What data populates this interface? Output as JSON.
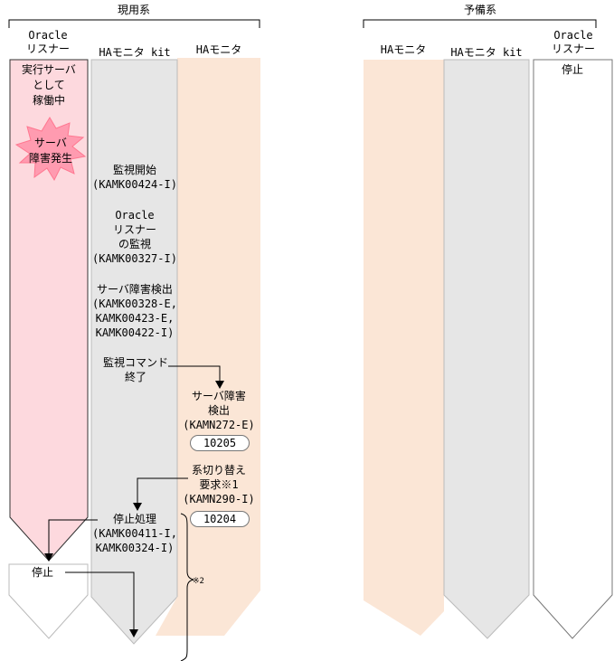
{
  "header": {
    "active_system": "現用系",
    "standby_system": "予備系"
  },
  "active": {
    "col_oracle_listener": "Oracle\nリスナー",
    "col_ha_monitor_kit": "HAモニタ kit",
    "col_ha_monitor": "HAモニタ",
    "running_state": "実行サーバ\nとして\n稼働中",
    "server_failure": "サーバ\n障害発生",
    "stopped_state": "停止"
  },
  "kit_steps": {
    "monitor_start": "監視開始\n(KAMK00424-I)",
    "listener_monitor": "Oracle\nリスナー\nの監視\n(KAMK00327-I)",
    "server_fault_detect": "サーバ障害検出\n(KAMK00328-E,\nKAMK00423-E,\nKAMK00422-I)",
    "monitor_cmd_end": "監視コマンド\n終了",
    "stop_process": "停止処理\n(KAMK00411-I,\nKAMK00324-I)"
  },
  "ha_steps": {
    "server_fault_detect": "サーバ障害\n検出\n(KAMN272-E)",
    "code_1": "10205",
    "switch_request": "系切り替え\n要求※1\n(KAMN290-I)",
    "code_2": "10204"
  },
  "note_2": "※2",
  "standby": {
    "col_ha_monitor": "HAモニタ",
    "col_ha_monitor_kit": "HAモニタ kit",
    "col_oracle_listener": "Oracle\nリスナー",
    "listener_state": "停止"
  }
}
